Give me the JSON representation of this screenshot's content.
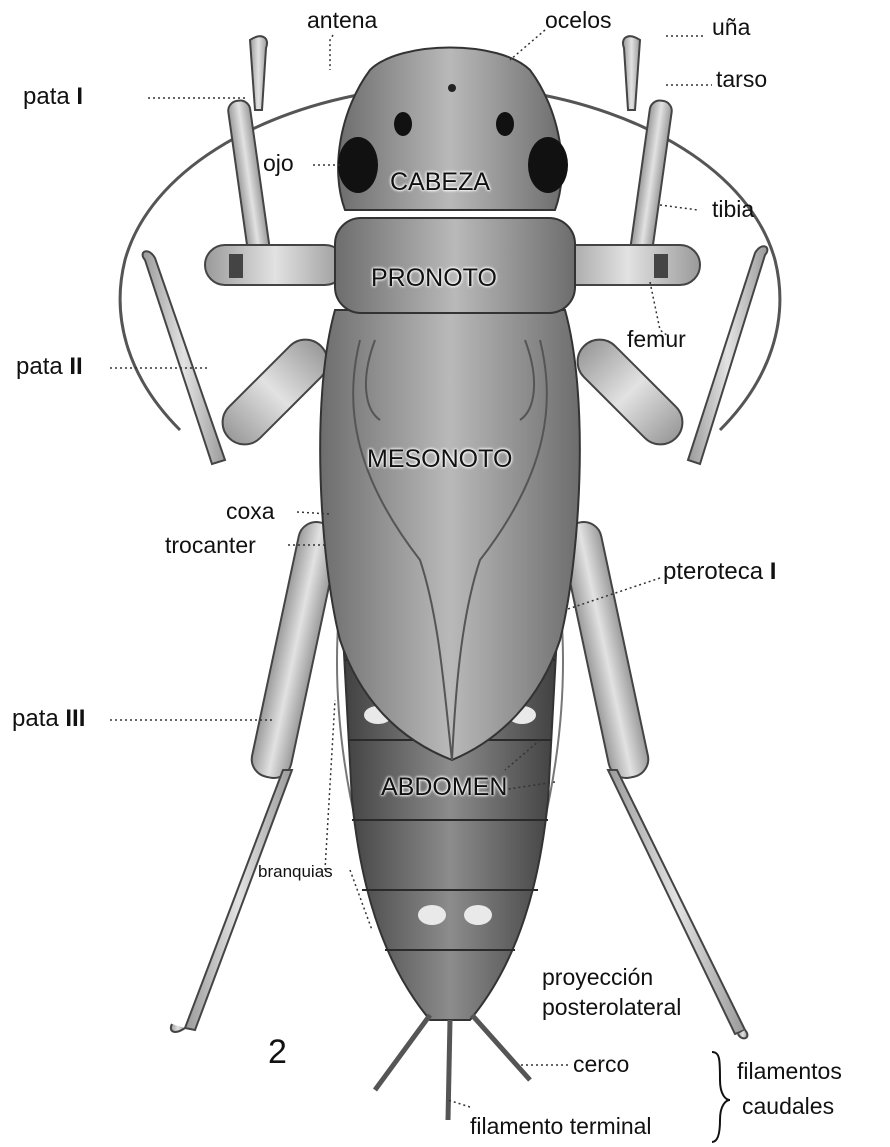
{
  "figure_number": "2",
  "labels": {
    "antena": "antena",
    "ocelos": "ocelos",
    "una": "uña",
    "tarso": "tarso",
    "pata_i_word": "pata",
    "pata_i_num": "I",
    "ojo": "ojo",
    "tibia": "tibia",
    "femur": "femur",
    "pata_ii_word": "pata",
    "pata_ii_num": "II",
    "coxa": "coxa",
    "trocanter": "trocanter",
    "pteroteca_word": "pteroteca",
    "pteroteca_num": "I",
    "pata_iii_word": "pata",
    "pata_iii_num": "III",
    "branquias": "branquias",
    "proyeccion_1": "proyección",
    "proyeccion_2": "posterolateral",
    "cerco": "cerco",
    "filamento_terminal": "filamento terminal",
    "filamentos_1": "filamentos",
    "filamentos_2": "caudales"
  },
  "body_regions": {
    "cabeza": "CABEZA",
    "pronoto": "PRONOTO",
    "mesonoto": "MESONOTO",
    "abdomen": "ABDOMEN"
  }
}
